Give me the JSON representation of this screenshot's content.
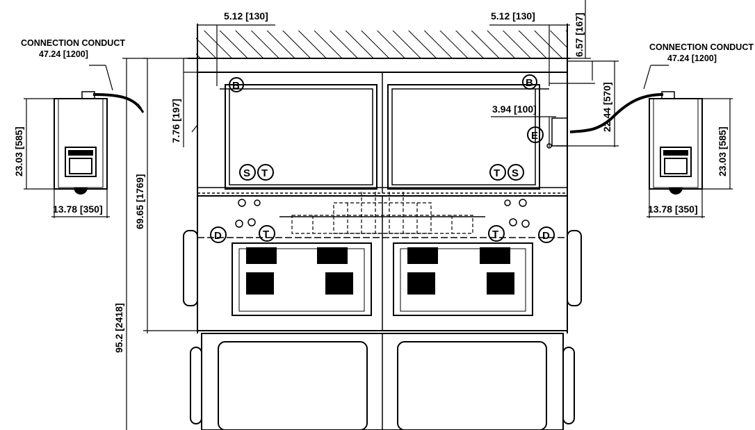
{
  "labels": {
    "conduit_left": "CONNECTION CONDUCT",
    "conduit_left_len": "47.24 [1200]",
    "conduit_right": "CONNECTION CONDUCT",
    "conduit_right_len": "47.24 [1200]"
  },
  "dimensions": {
    "top_left_offset": "5.12 [130]",
    "top_right_offset": "5.12 [130]",
    "ceiling_gap": "6.57 [167]",
    "right_connection_height": "22.44 [570]",
    "e_offset": "3.94 [100]",
    "left_b_drop": "7.76 [197]",
    "upper_height": "69.65 [1769]",
    "overall_height": "95.2 [2418]",
    "box_left_height": "23.03 [585]",
    "box_left_width": "13.78 [350]",
    "box_right_height": "23.03 [585]",
    "box_right_width": "13.78 [350]"
  },
  "connections": {
    "b_left": "B",
    "b_right": "B",
    "e": "E",
    "s_left": "S",
    "t_left": "T",
    "t_right_top": "T",
    "s_right": "S",
    "d_left": "D",
    "t_mid_left": "T",
    "t_mid_right": "T",
    "d_right": "D"
  },
  "colors": {
    "line": "#000000",
    "background": "#ffffff"
  }
}
